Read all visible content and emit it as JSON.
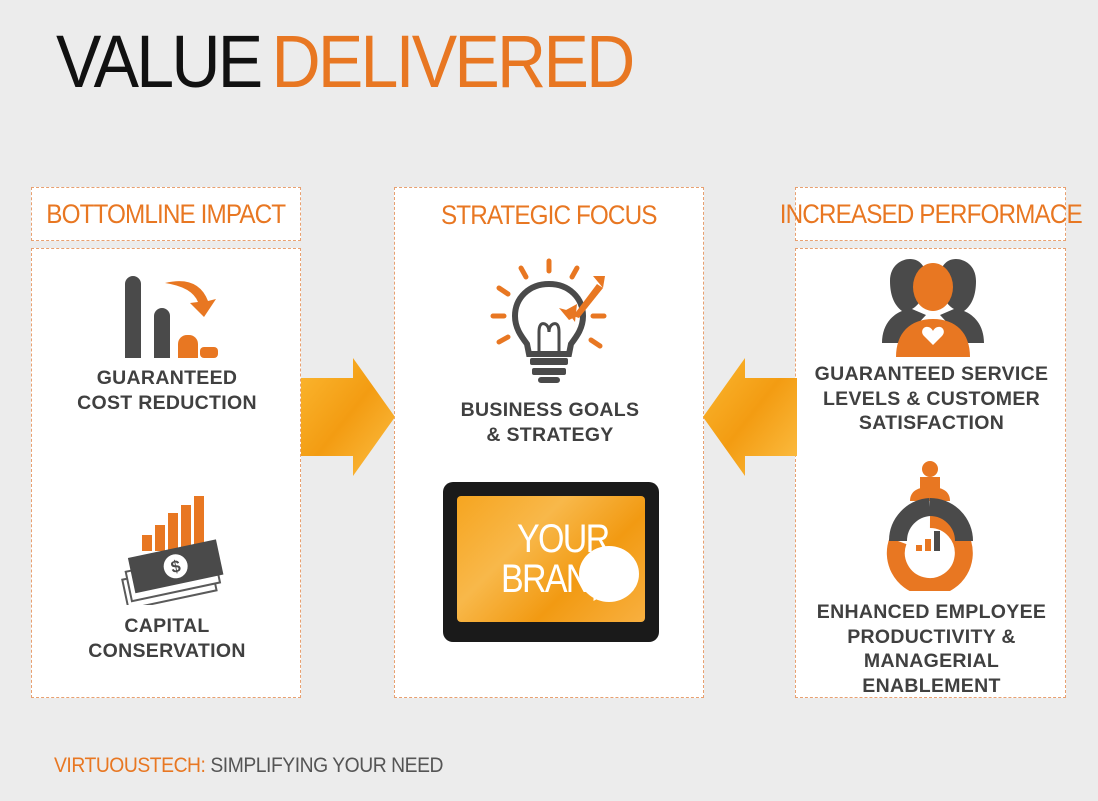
{
  "title": {
    "word1": "VALUE",
    "word2": "DELIVERED"
  },
  "panels": {
    "left": {
      "header": "BOTTOMLINE IMPACT",
      "item1": "GUARANTEED\nCOST REDUCTION",
      "item2": "CAPITAL\nCONSERVATION"
    },
    "center": {
      "header": "STRATEGIC FOCUS",
      "item1": "BUSINESS GOALS\n& STRATEGY",
      "tablet_line1": "YOUR",
      "tablet_line2": "BRAN"
    },
    "right": {
      "header": "INCREASED PERFORMACE",
      "item1": "GUARANTEED SERVICE\nLEVELS & CUSTOMER\nSATISFACTION",
      "item2": "ENHANCED EMPLOYEE\nPRODUCTIVITY &\nMANAGERIAL  ENABLEMENT"
    }
  },
  "footer": {
    "brand": "VIRTUOUSTECH:",
    "tagline": " SIMPLIFYING YOUR NEED"
  },
  "colors": {
    "accent": "#e87722",
    "dark": "#404040",
    "arrow": "#f5a623"
  },
  "icons": {
    "cost": "decreasing-bars-icon",
    "capital": "money-growth-icon",
    "strategy": "lightbulb-target-icon",
    "satisfaction": "people-heart-icon",
    "productivity": "person-gauge-icon",
    "tablet": "tablet-icon"
  }
}
